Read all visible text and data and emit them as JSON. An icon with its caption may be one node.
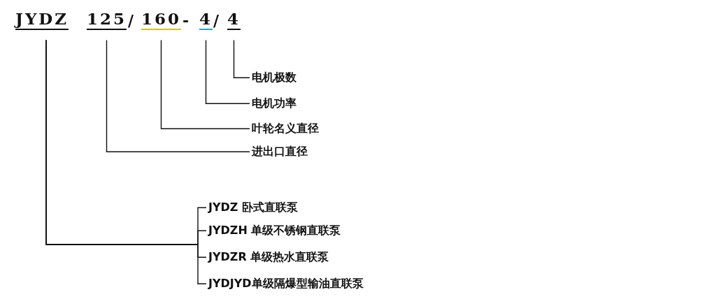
{
  "diagram": {
    "nodes": [
      {
        "text": [
          "JYDZ"
        ]
      },
      {
        "text": [
          "125"
        ]
      },
      {
        "text": [
          "160"
        ]
      },
      {
        "text": [
          "4"
        ]
      },
      {
        "text": [
          "4"
        ]
      },
      {
        "text": [
          "电机极数"
        ]
      },
      {
        "text": [
          "电机功率"
        ]
      },
      {
        "text": [
          "叶轮名义直径"
        ]
      },
      {
        "text": [
          "进出口直径"
        ]
      },
      {
        "text": [
          "JYDZ 卧式直联泵"
        ]
      },
      {
        "text": [
          "JYDZH 单级不锈钢直联泵"
        ]
      },
      {
        "text": [
          "JYDZR 单级热水直联泵"
        ]
      },
      {
        "text": [
          "JYDJYD单级隔爆型输油直联泵"
        ]
      }
    ],
    "edges": [
      {
        "from": 4,
        "to": 5,
        "arrow": "none"
      },
      {
        "from": 3,
        "to": 6,
        "arrow": "none"
      },
      {
        "from": 2,
        "to": 7,
        "arrow": "none"
      },
      {
        "from": 1,
        "to": 8,
        "arrow": "none"
      },
      {
        "from": 0,
        "to": 9,
        "arrow": "none"
      },
      {
        "from": 0,
        "to": 10,
        "arrow": "none"
      },
      {
        "from": 0,
        "to": 11,
        "arrow": "none"
      },
      {
        "from": 0,
        "to": 12,
        "arrow": "none"
      }
    ],
    "labels": [
      "/",
      "-",
      "/"
    ]
  }
}
